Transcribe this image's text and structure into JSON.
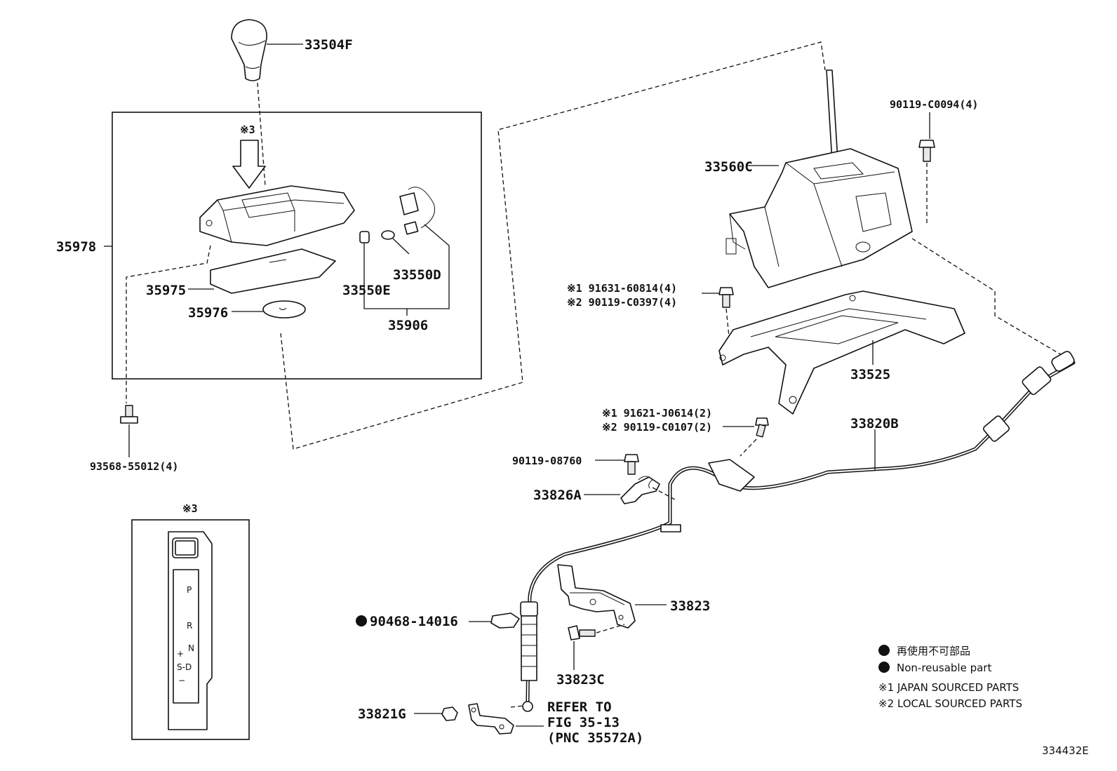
{
  "diagram": {
    "box_marker": "※3",
    "inset_marker": "※3",
    "labels": {
      "knob": "33504F",
      "housing_assy": "35978",
      "bezel": "35975",
      "plate": "35976",
      "bulb": "33550E",
      "bulb_socket": "33550D",
      "wire": "35906",
      "screw_left": "93568-55012(4)",
      "lever_assy": "33560C",
      "bolt_top": "90119-C0094(4)",
      "bolt_mid_1": "※1 91631-60814(4)",
      "bolt_mid_2": "※2 90119-C0397(4)",
      "bracket_base": "33525",
      "bolt_cable_1": "※1 91621-J0614(2)",
      "bolt_cable_2": "※2 90119-C0107(2)",
      "cable": "33820B",
      "bolt_clip": "90119-08760",
      "clip": "33826A",
      "retainer": "90468-14016",
      "bracket": "33823",
      "bolt_bracket": "33823C",
      "nut": "33821G",
      "refer_line1": "REFER TO",
      "refer_line2": "FIG 35-13",
      "refer_line3": "(PNC 35572A)"
    },
    "indicator": {
      "p": "P",
      "r": "R",
      "n": "N",
      "plus": "+",
      "sd": "S-D",
      "minus": "−"
    },
    "legend": {
      "reuse_jp": "再使用不可部品",
      "reuse_en": "Non-reusable part",
      "note1": "※1 JAPAN SOURCED PARTS",
      "note2": "※2 LOCAL SOURCED PARTS"
    },
    "figure_id": "334432E"
  }
}
